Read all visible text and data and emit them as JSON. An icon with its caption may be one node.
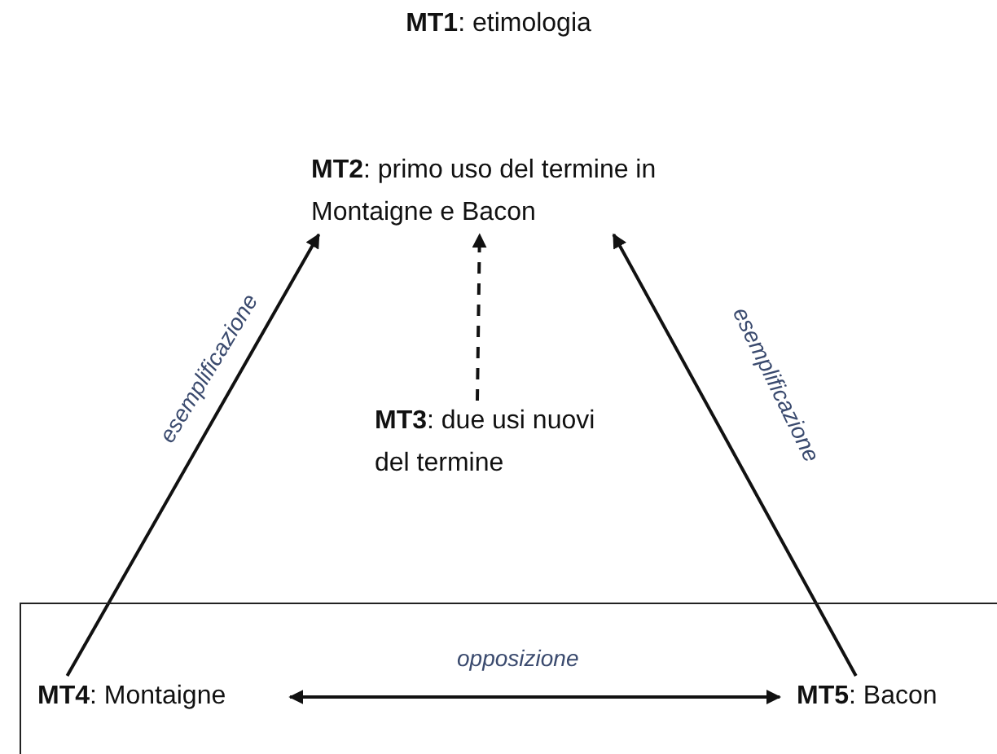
{
  "diagram": {
    "nodes": [
      {
        "text": [
          "**MT2**: primo uso del termine in Montaigne e Bacon"
        ]
      },
      {
        "text": [
          "**MT3**: due usi nuovi del termine"
        ]
      },
      {
        "text": [],
        "shape": "box"
      },
      {
        "text": [
          "**MT4**: Montaigne"
        ],
        "in": 2
      },
      {
        "text": [
          "**MT5**: Bacon"
        ],
        "in": 2
      }
    ],
    "edges": [
      {
        "from": 3,
        "to": 0,
        "arrow": "to",
        "label": "esemplificazione"
      },
      {
        "from": 1,
        "to": 0,
        "arrow": "to",
        "style": "dashed"
      },
      {
        "from": 4,
        "to": 0,
        "arrow": "to",
        "label": "esemplificazione"
      },
      {
        "from": 3,
        "to": 4,
        "arrow": "both",
        "label": "opposizione"
      }
    ],
    "labels": [
      "**MT1**: etimologia"
    ]
  }
}
